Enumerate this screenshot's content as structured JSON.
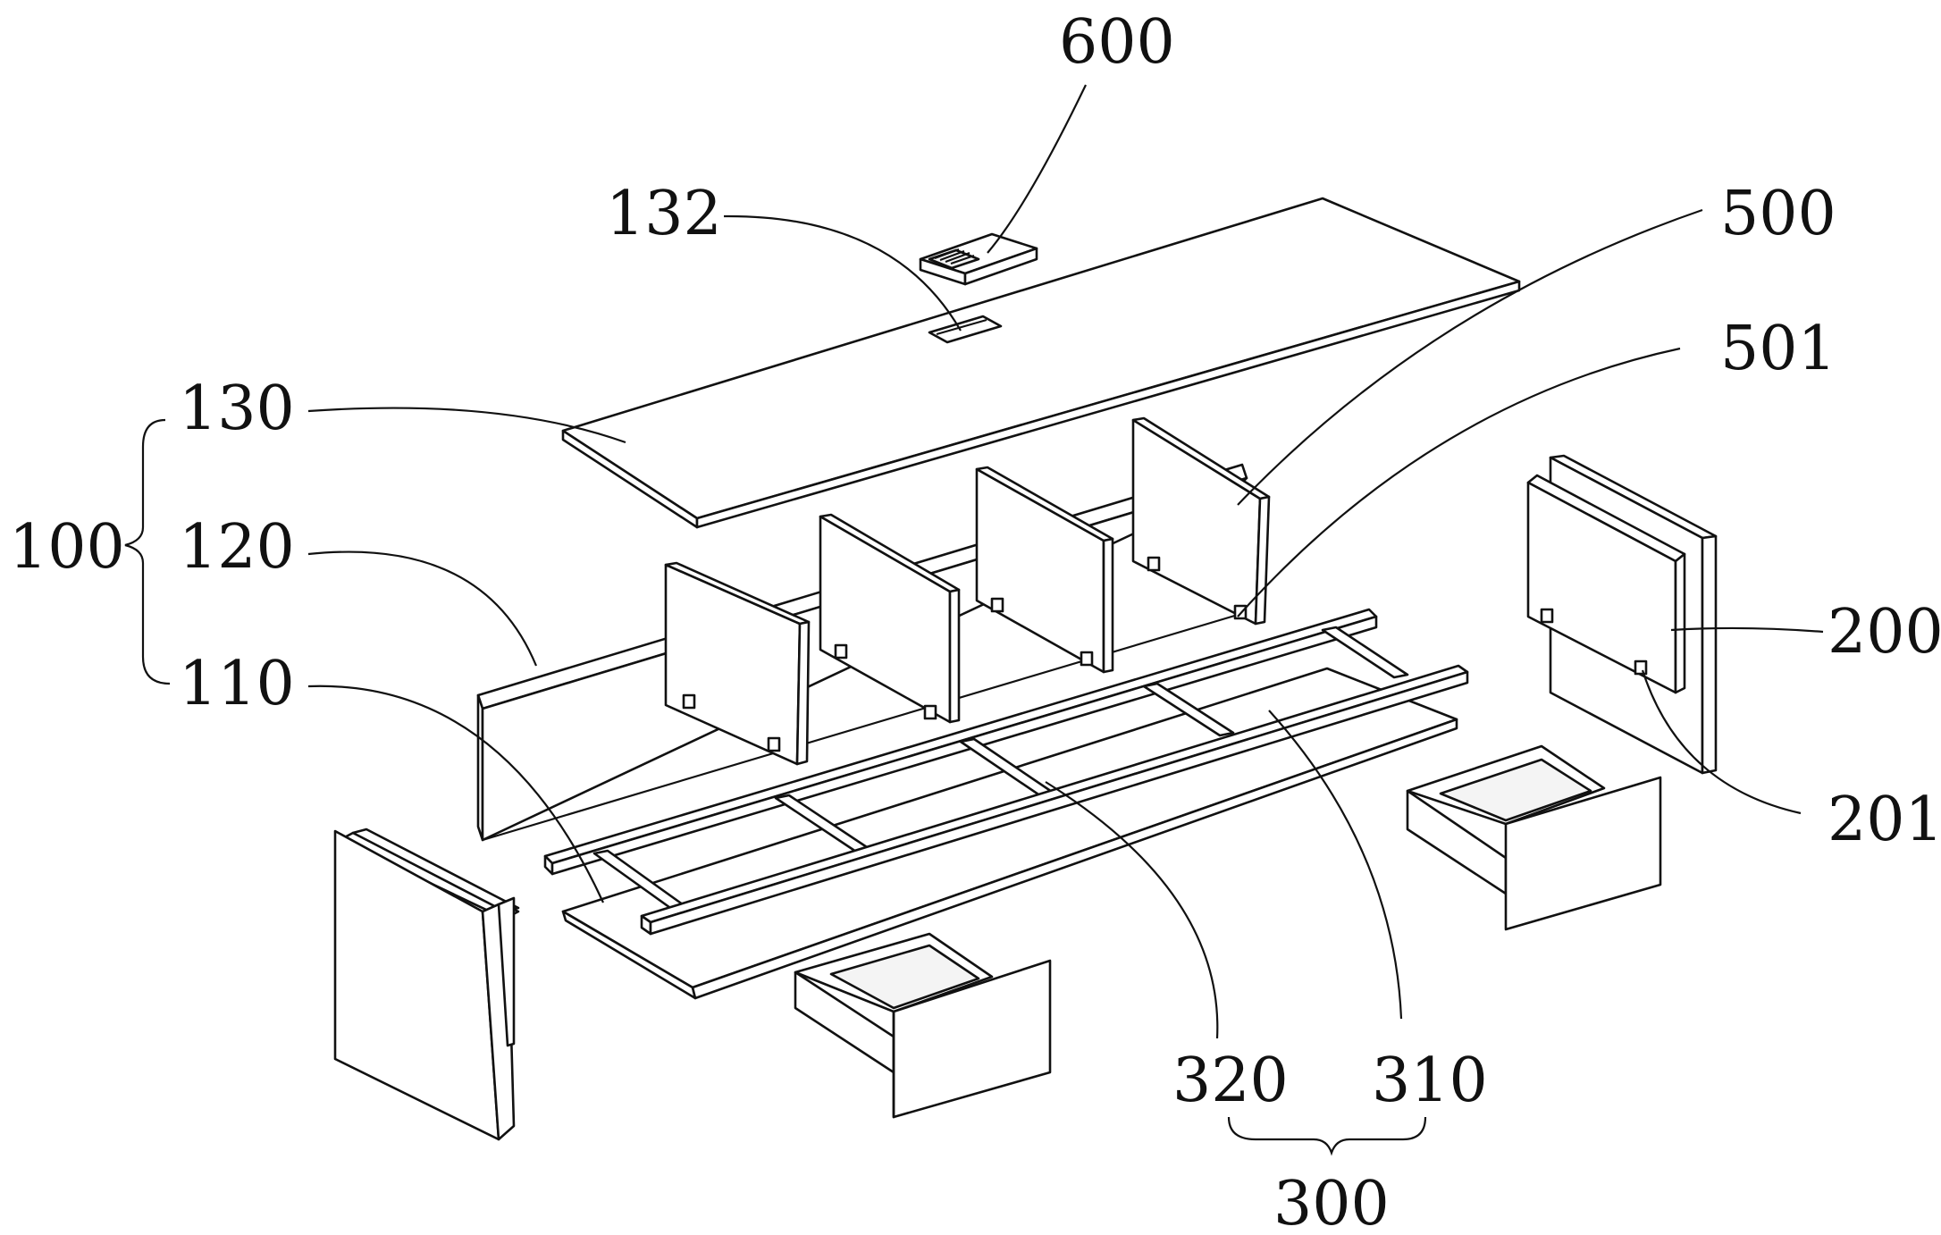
{
  "labels": {
    "l600": "600",
    "l132": "132",
    "l500": "500",
    "l501": "501",
    "l130": "130",
    "l100": "100",
    "l120": "120",
    "l110": "110",
    "l200": "200",
    "l201": "201",
    "l320": "320",
    "l310": "310",
    "l300": "300"
  },
  "colors": {
    "line": "#111111",
    "background": "#ffffff"
  }
}
